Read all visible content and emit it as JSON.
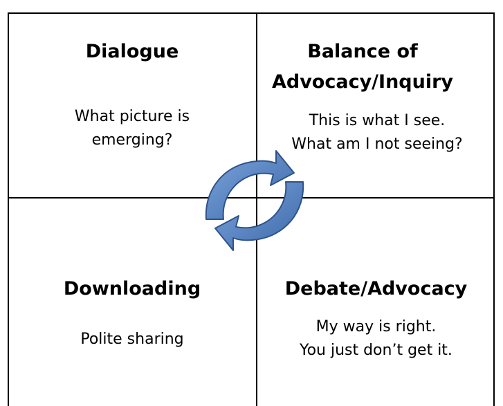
{
  "quadrants": {
    "dialogue": {
      "title": "Dialogue",
      "lines": [
        "What picture is",
        "emerging?"
      ]
    },
    "balance": {
      "title_lines": [
        "Balance of",
        "Advocacy/Inquiry"
      ],
      "lines": [
        "This is what I see.",
        "What am I not seeing?"
      ]
    },
    "downloading": {
      "title": "Downloading",
      "lines": [
        "Polite sharing"
      ]
    },
    "debate": {
      "title": "Debate/Advocacy",
      "lines": [
        "My way is right.",
        "You just don’t get it."
      ]
    }
  },
  "cycle_icon": {
    "name": "cycle-arrows-icon",
    "fill": "#4f7fc4",
    "stroke": "#2f5289"
  }
}
